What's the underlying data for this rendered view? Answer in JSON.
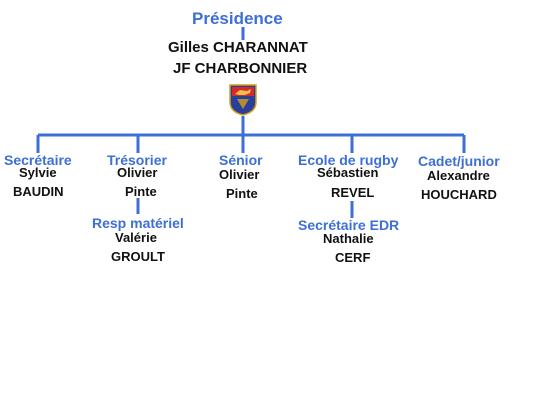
{
  "colors": {
    "accent": "#3d6fd6",
    "text": "#111111"
  },
  "presidence": {
    "title": "Présidence",
    "name1": "Gilles CHARANNAT",
    "name2": "JF CHARBONNIER",
    "crest_icon": "club-crest"
  },
  "roles": {
    "secretaire": {
      "title": "Secrétaire",
      "first": "Sylvie",
      "last": "BAUDIN"
    },
    "tresorier": {
      "title": "Trésorier",
      "first": "Olivier",
      "last": "Pinte"
    },
    "resp_materiel": {
      "title": "Resp matériel",
      "first": "Valérie",
      "last": "GROULT"
    },
    "senior": {
      "title": "Sénior",
      "first": "Olivier",
      "last": "Pinte"
    },
    "ecole_rugby": {
      "title": "Ecole de rugby",
      "first": "Sébastien",
      "last": "REVEL"
    },
    "secretaire_edr": {
      "title": "Secrétaire EDR",
      "first": "Nathalie",
      "last": "CERF"
    },
    "cadet_junior": {
      "title": "Cadet/junior",
      "first": "Alexandre",
      "last": "HOUCHARD"
    }
  }
}
